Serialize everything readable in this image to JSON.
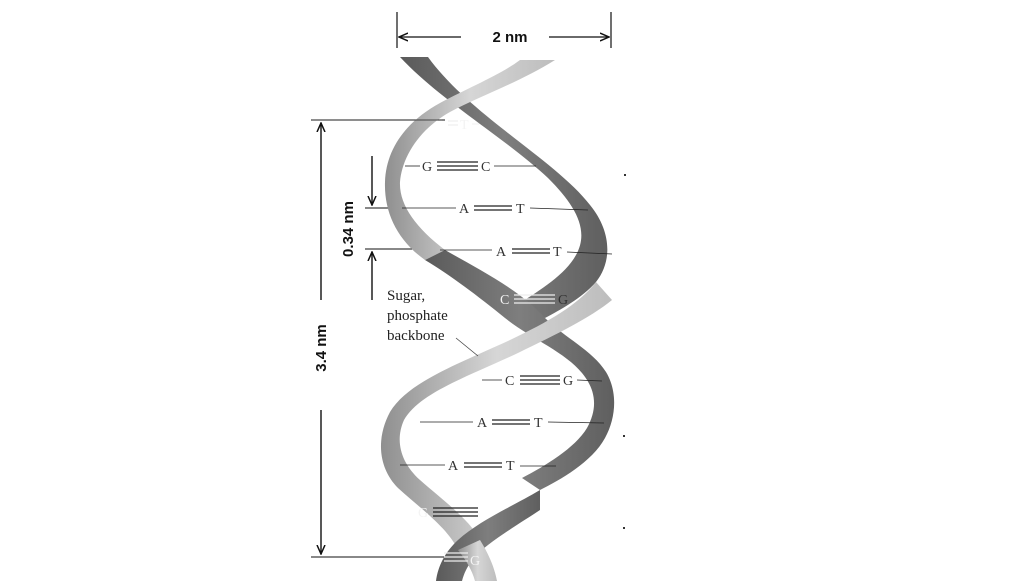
{
  "dimensions": {
    "width_label": "2 nm",
    "rise_label": "0.34 nm",
    "pitch_label": "3.4 nm"
  },
  "annotation": {
    "line1": "Sugar,",
    "line2": "phosphate",
    "line3": "backbone"
  },
  "base_pairs": [
    {
      "left": "",
      "right": "T",
      "bonds": 2
    },
    {
      "left": "G",
      "right": "C",
      "bonds": 3
    },
    {
      "left": "A",
      "right": "T",
      "bonds": 2
    },
    {
      "left": "A",
      "right": "T",
      "bonds": 2
    },
    {
      "left": "C",
      "right": "G",
      "bonds": 3
    },
    {
      "left": "C",
      "right": "G",
      "bonds": 3
    },
    {
      "left": "A",
      "right": "T",
      "bonds": 2
    },
    {
      "left": "A",
      "right": "T",
      "bonds": 2
    },
    {
      "left": "G",
      "right": "",
      "bonds": 3
    },
    {
      "left": "",
      "right": "G",
      "bonds": 3
    }
  ],
  "colors": {
    "strand_dark": "#6f6f6f",
    "strand_light": "#c9c9c9",
    "line": "#111111"
  }
}
